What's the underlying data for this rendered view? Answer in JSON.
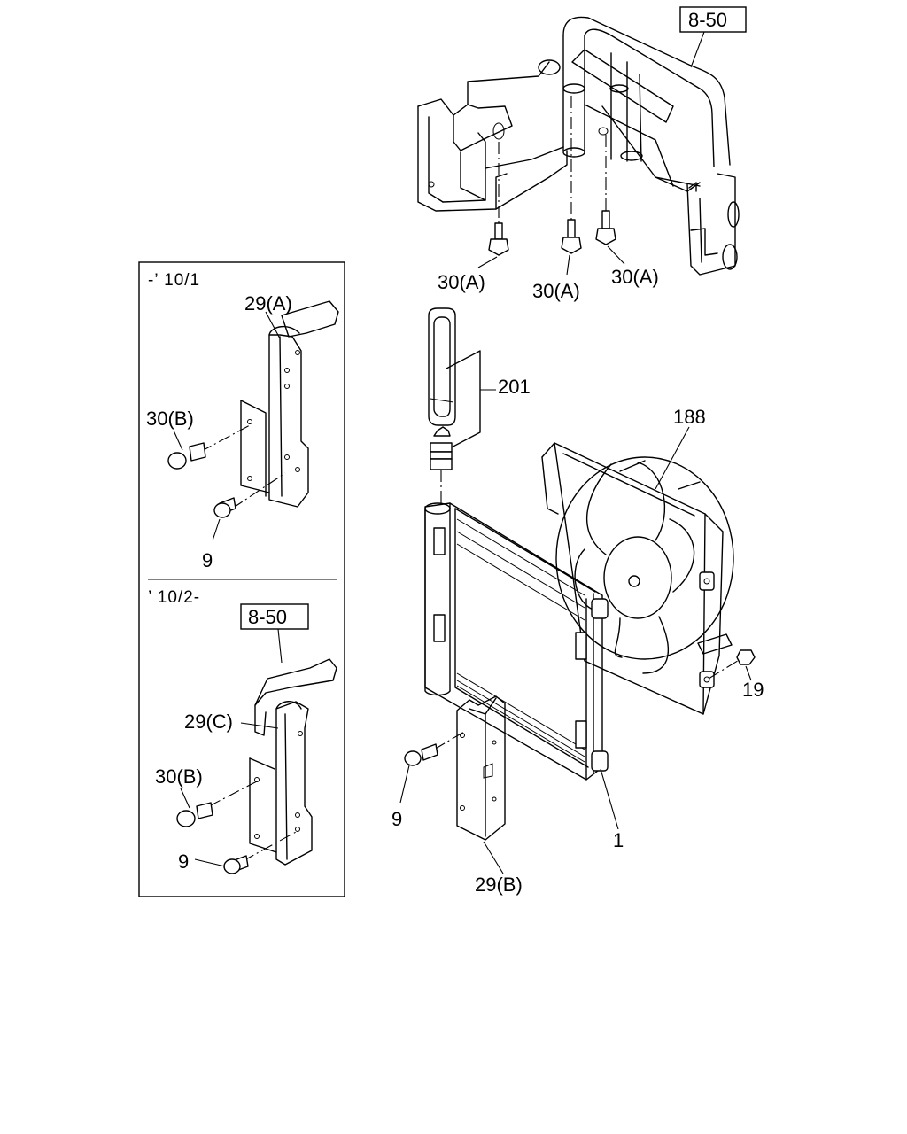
{
  "refs": {
    "top_ref": "8-50",
    "inset_ref": "8-50"
  },
  "inset": {
    "upper_range": "-’ 10/1",
    "lower_range": "’ 10/2-"
  },
  "callouts": {
    "bolt_30a_left": "30(A)",
    "bolt_30a_mid": "30(A)",
    "bolt_30a_right": "30(A)",
    "drier_201": "201",
    "fan_188": "188",
    "nut_19": "19",
    "condenser_1": "1",
    "bolt_9_main": "9",
    "bracket_29b": "29(B)",
    "bracket_29a": "29(A)",
    "bolt_30b_upper": "30(B)",
    "bolt_9_upper": "9",
    "bracket_29c": "29(C)",
    "bolt_30b_lower": "30(B)",
    "bolt_9_lower": "9"
  },
  "icons": [
    "bolt-icon",
    "nut-icon",
    "fan-icon",
    "condenser-icon",
    "bracket-icon",
    "drier-icon",
    "pipe-bracket-icon"
  ]
}
